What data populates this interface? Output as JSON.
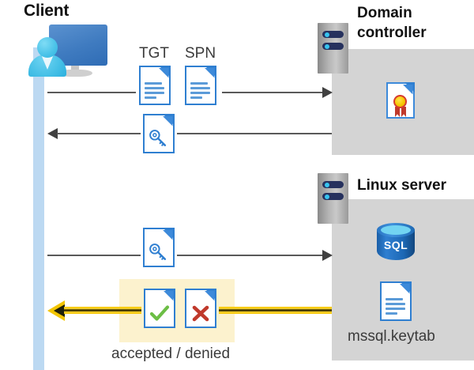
{
  "diagram": {
    "title": "Kerberos authentication flow between Client, Domain controller and Linux server",
    "labels": {
      "client": "Client",
      "domain_controller_line1": "Domain",
      "domain_controller_line2": "controller",
      "linux_server": "Linux server",
      "tgt": "TGT",
      "spn": "SPN",
      "keytab_file": "mssql.keytab",
      "result": "accepted / denied"
    },
    "icons": {
      "client": "user-computer-icon",
      "server_rack": "server-rack-icon",
      "tgt_document": "document-icon",
      "spn_document": "document-icon",
      "ticket_key_document": "document-with-key-icon",
      "service_ticket_document": "document-with-key-icon",
      "accepted_document": "document-with-check-icon",
      "denied_document": "document-with-x-icon",
      "certificate": "certificate-document-icon",
      "database": "sql-database-icon",
      "keytab_document": "document-icon"
    },
    "flows": [
      {
        "name": "client-to-dc-request",
        "direction": "right",
        "payload": [
          "TGT",
          "SPN"
        ],
        "style": "gray"
      },
      {
        "name": "dc-to-client-ticket",
        "direction": "left",
        "payload": [
          "service ticket"
        ],
        "style": "gray"
      },
      {
        "name": "client-to-linux-ticket",
        "direction": "right",
        "payload": [
          "service ticket"
        ],
        "style": "gray"
      },
      {
        "name": "linux-to-client-result",
        "direction": "left",
        "payload": [
          "accepted / denied"
        ],
        "style": "gold"
      }
    ],
    "colors": {
      "panel_gray": "#d4d4d4",
      "client_lane_blue": "#bcd9f2",
      "highlight_yellow": "#fcf2ce",
      "gold_arrow": "#f3c500",
      "gray_arrow": "#595959",
      "doc_blue": "#2f7fd1",
      "check_green": "#6cbe45",
      "x_red": "#c0392b",
      "sql_blue": "#1f6ab4"
    }
  }
}
